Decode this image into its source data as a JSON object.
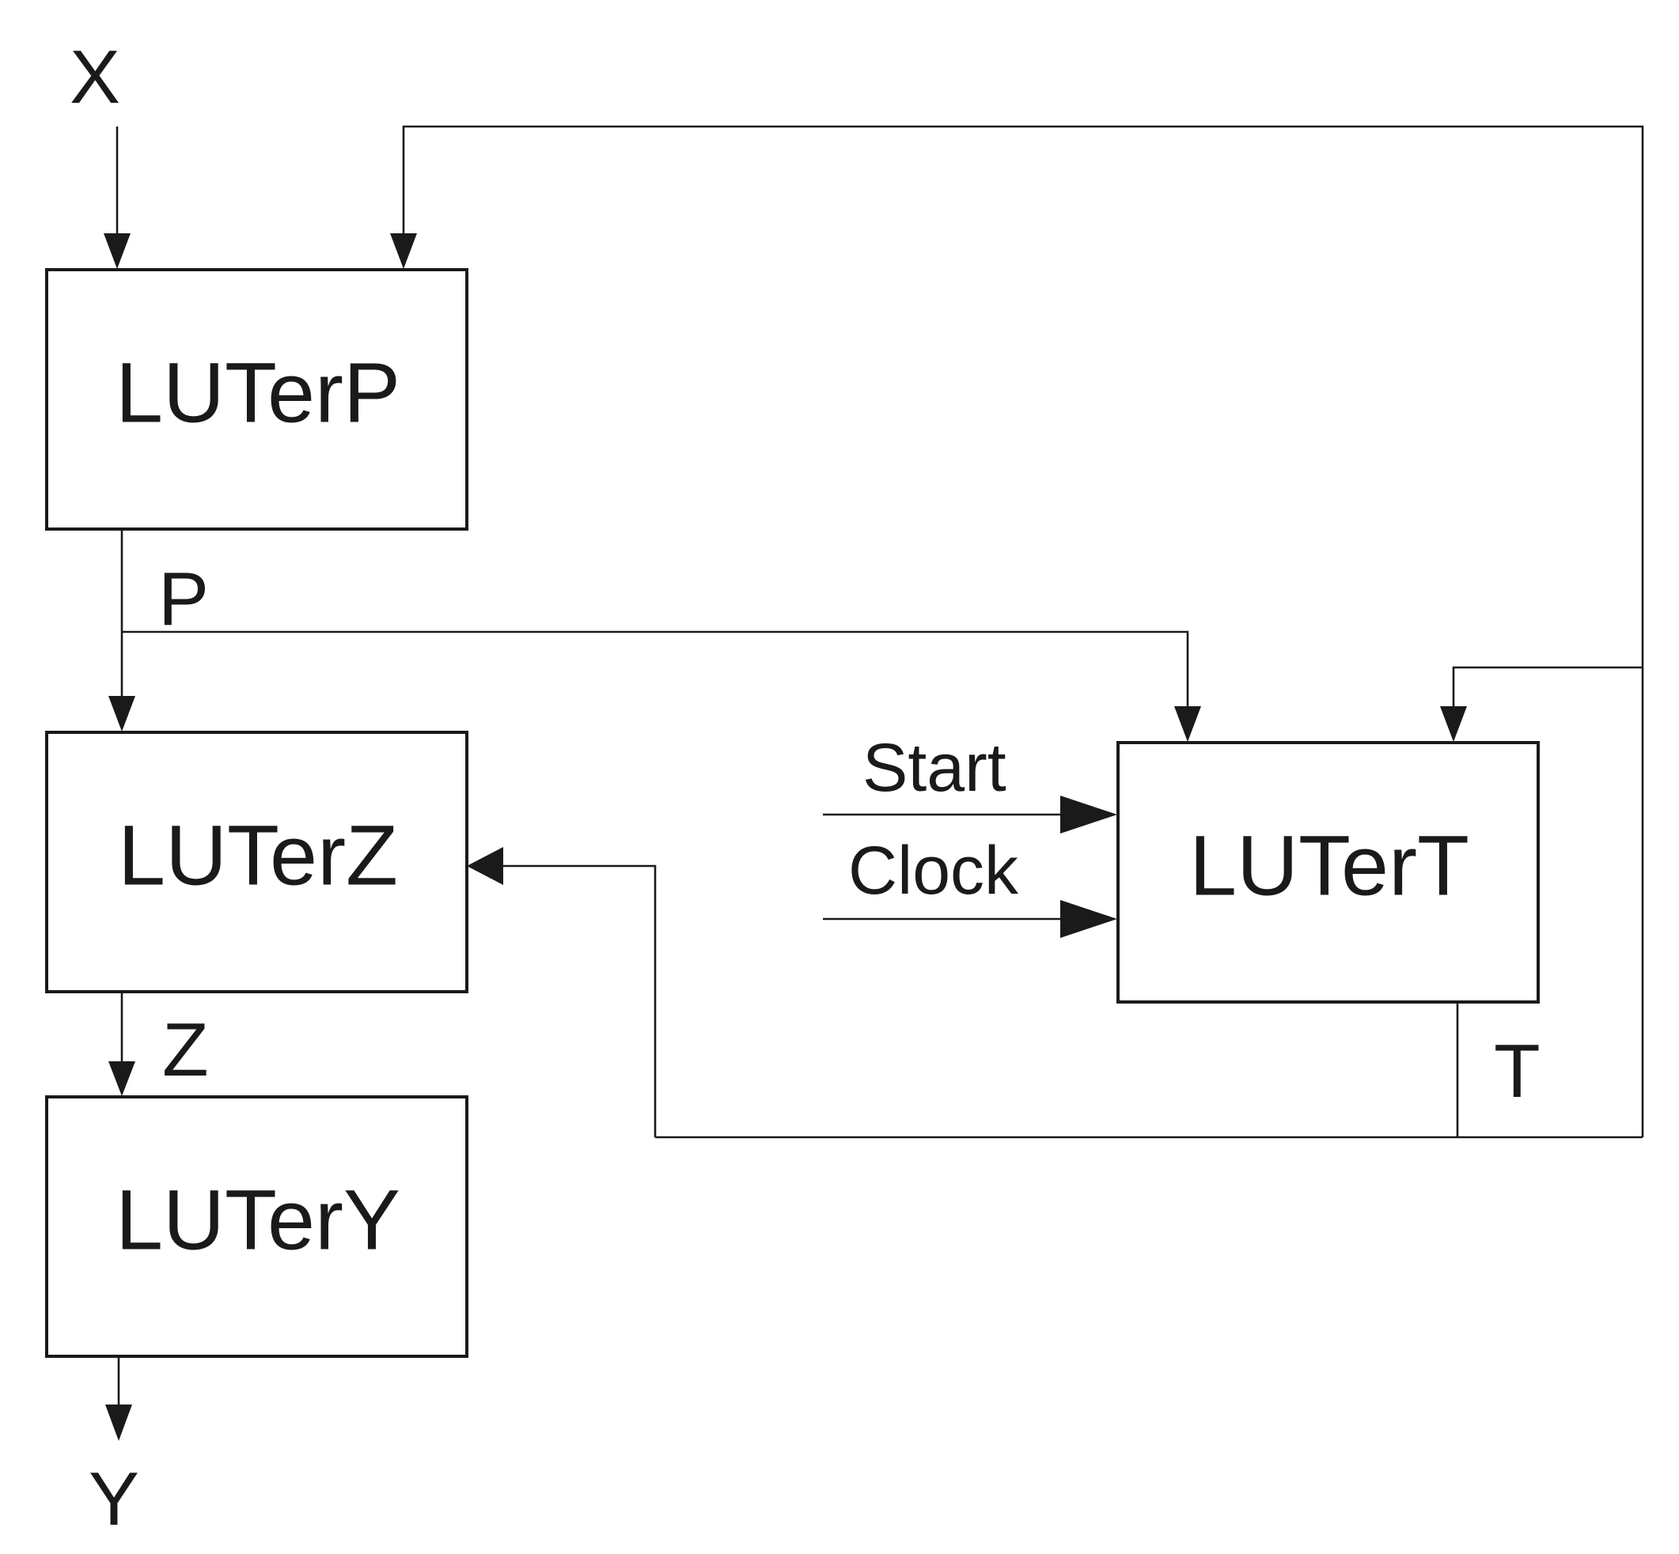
{
  "blocks": {
    "luterp": "LUTerP",
    "luterz": "LUTerZ",
    "lutery": "LUTerY",
    "lutert": "LUTerT"
  },
  "signals": {
    "x": "X",
    "y": "Y",
    "p": "P",
    "z": "Z",
    "t": "T",
    "start": "Start",
    "clock": "Clock"
  }
}
